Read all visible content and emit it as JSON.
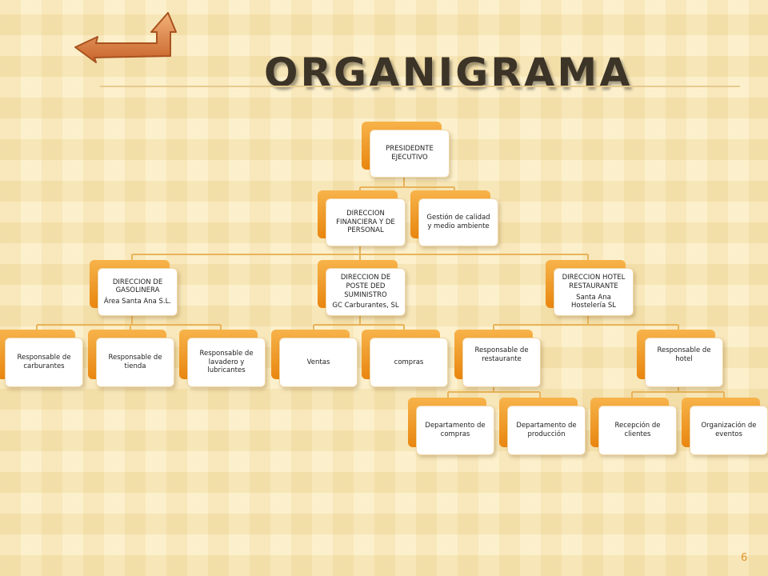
{
  "slide": {
    "title": "ORGANIGRAMA",
    "page_number": "6",
    "back_arrow_icon": "back-arrow-icon",
    "colors": {
      "background": "#fcedc0",
      "box_accent": "#ee8f1a",
      "connector": "#e8b45a",
      "title": "#3d3428",
      "page_number": "#e0952b"
    }
  },
  "org": {
    "president": {
      "label": "PRESIDEDNTE EJECUTIVO"
    },
    "finance": {
      "label": "DIRECCION FINANCIERA Y DE PERSONAL"
    },
    "quality": {
      "label": "Gestión de calidad y medio ambiente"
    },
    "gas_station": {
      "label": "DIRECCION DE GASOLINERA",
      "sub": "Área Santa Ana S.L."
    },
    "supply": {
      "label": "DIRECCION DE POSTE DED SUMINISTRO",
      "sub": "GC Carburantes, SL"
    },
    "hotel": {
      "label": "DIRECCION HOTEL RESTAURANTE",
      "sub": "Santa Ana Hostelería SL"
    },
    "fuel": {
      "label": "Responsable de carburantes"
    },
    "shop": {
      "label": "Responsable de tienda"
    },
    "carwash": {
      "label": "Responsable de lavadero y lubricantes"
    },
    "sales": {
      "label": "Ventas"
    },
    "purchases": {
      "label": "compras"
    },
    "restaurant": {
      "label": "Responsable de restaurante"
    },
    "hotel_manager": {
      "label": "Responsable de hotel"
    },
    "dept_purchases": {
      "label": "Departamento de compras"
    },
    "dept_production": {
      "label": "Departamento de producción"
    },
    "reception": {
      "label": "Recepción de clientes"
    },
    "events": {
      "label": "Organización de eventos"
    }
  }
}
